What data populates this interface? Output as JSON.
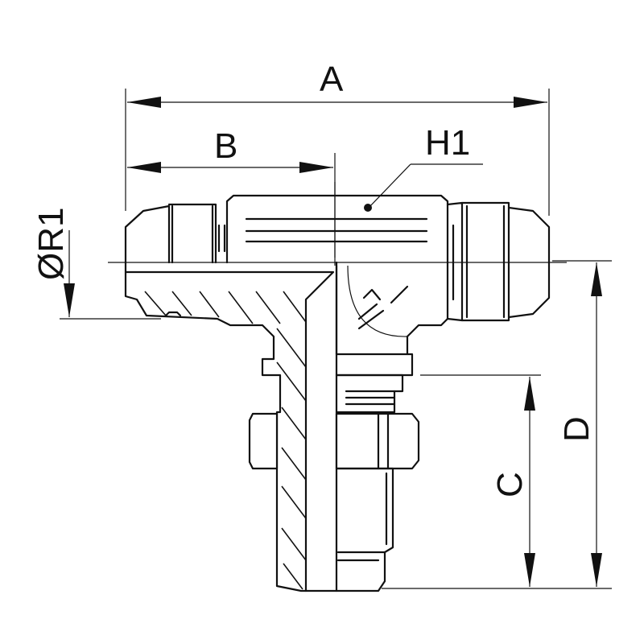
{
  "labels": {
    "A": "A",
    "B": "B",
    "H1": "H1",
    "R1": "ØR1",
    "C": "C",
    "D": "D"
  }
}
